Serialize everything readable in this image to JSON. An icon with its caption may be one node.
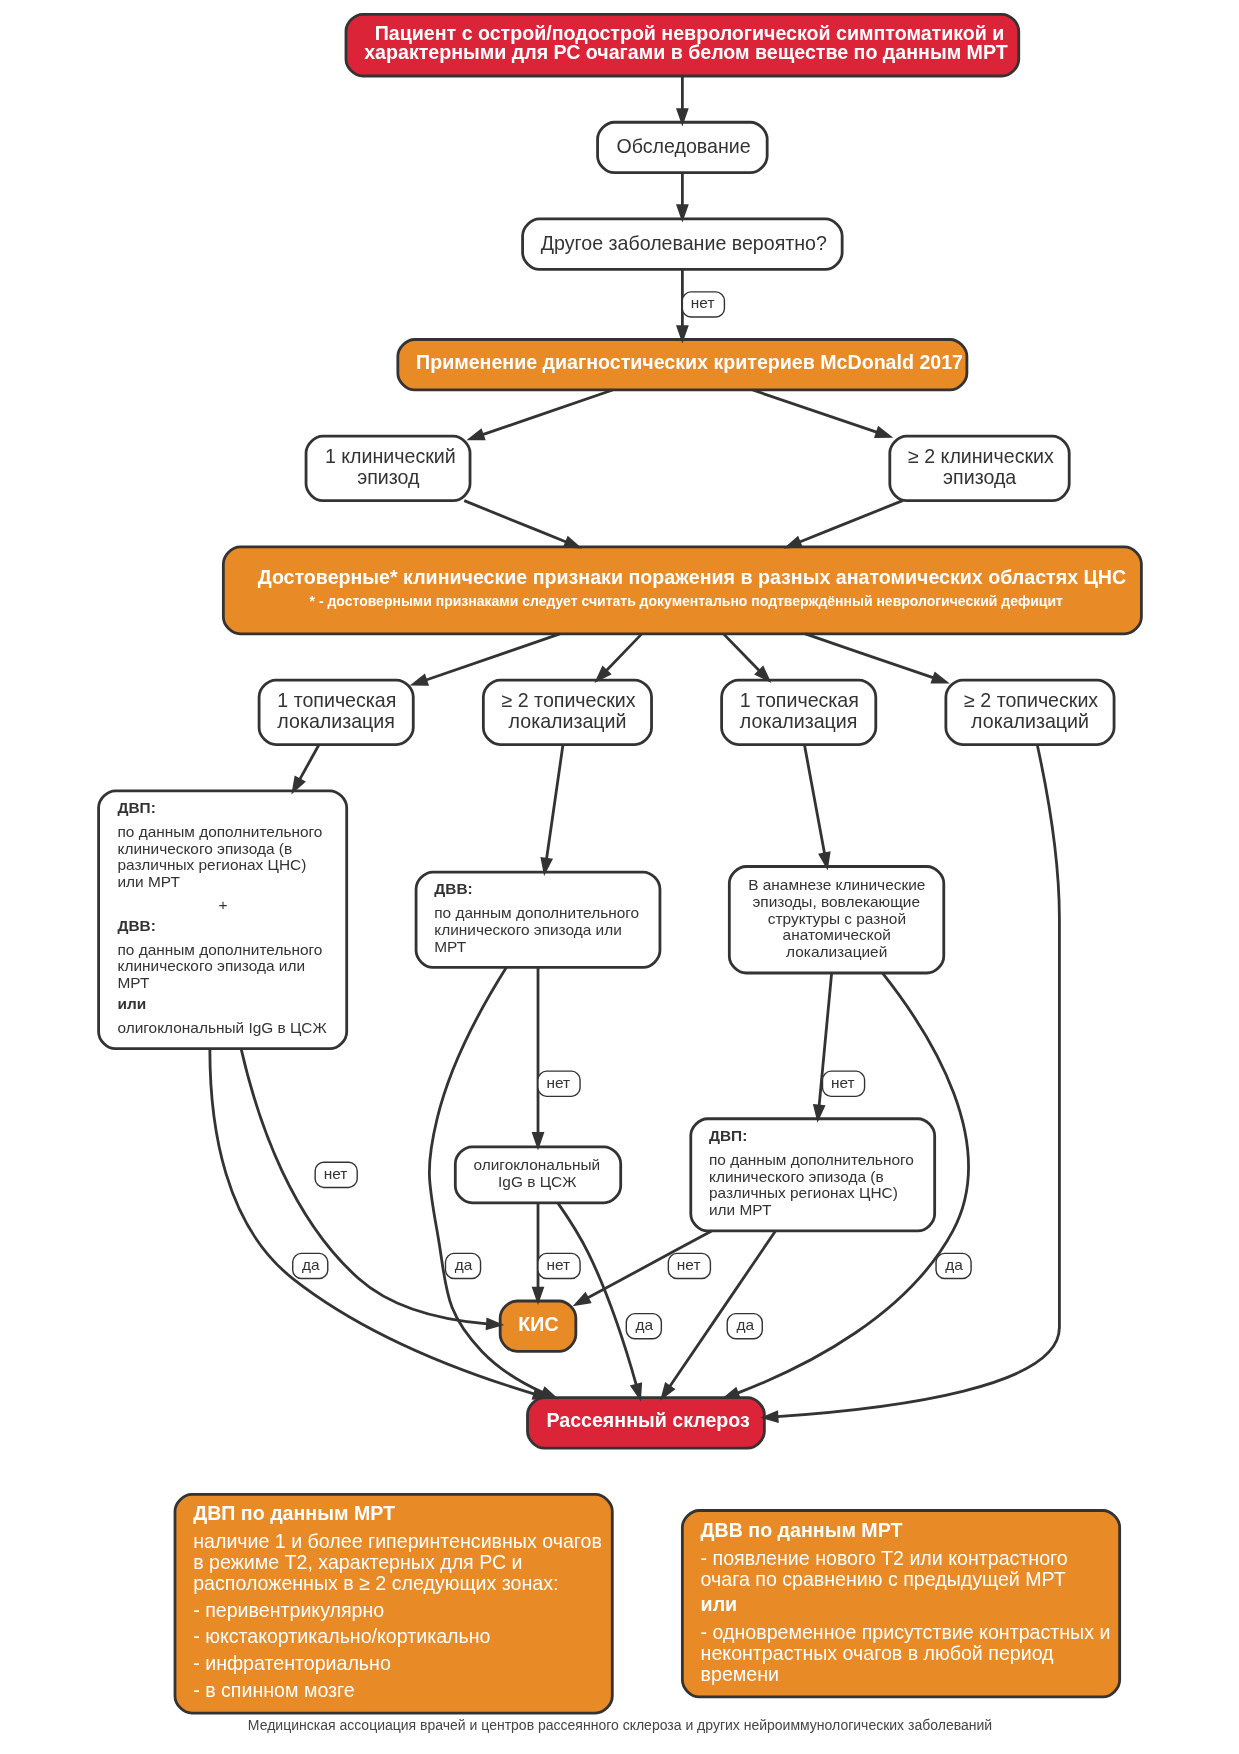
{
  "diagram": {
    "caption": "Медицинская ассоциация врачей и центров рассеянного склероза и других нейроиммунологических заболеваний",
    "nodes": [
      {
        "text": [
          "Пациент с острой/подострой неврологической симптоматикой и характерными для РС очагами в белом веществе по данным МРТ"
        ]
      },
      {
        "text": [
          "Обследование"
        ]
      },
      {
        "text": [
          "Другое заболевание вероятно?"
        ]
      },
      {
        "text": [
          "Применение диагностических критериев McDonald 2017"
        ]
      },
      {
        "text": [
          "1 клинический эпизод"
        ]
      },
      {
        "text": [
          "≥ 2 клинических эпизода"
        ]
      },
      {
        "text": [
          "Достоверные* клинические признаки поражения в разных анатомических областях ЦНС",
          "* - достоверными признаками следует считать документально подтверждённый неврологический дефицит"
        ]
      },
      {
        "text": [
          "1 топическая локализация"
        ]
      },
      {
        "text": [
          "≥ 2 топических локализаций"
        ]
      },
      {
        "text": [
          "1 топическая локализация"
        ]
      },
      {
        "text": [
          "≥ 2 топических локализаций"
        ]
      },
      {
        "text": [
          "ДВП:",
          "по данным дополнительного клинического эпизода (в различных регионах ЦНС) или МРТ",
          "+",
          "ДВВ:",
          "по данным дополнительного клинического эпизода или МРТ",
          "или",
          "олигоклональный IgG в ЦСЖ"
        ]
      },
      {
        "text": [
          "ДВВ:",
          "по данным дополнительного клинического эпизода или МРТ"
        ]
      },
      {
        "text": [
          "олигоклональный IgG в ЦСЖ"
        ]
      },
      {
        "text": [
          "В анамнезе клинические эпизоды, вовлекающие структуры с разной анатомической локализацией"
        ]
      },
      {
        "text": [
          "ДВП:",
          "по данным дополнительного клинического эпизода (в различных регионах ЦНС) или МРТ"
        ]
      },
      {
        "text": [
          "КИС"
        ]
      },
      {
        "text": [
          "Рассеянный склероз"
        ]
      },
      {
        "text": [
          "ДВП по данным МРТ",
          "наличие 1 и более гиперинтенсивных очагов в режиме Т2, характерных для РС и расположенных в ≥ 2 следующих зонах:",
          "- перивентрикулярно",
          "- юкстакортикально/кортикально",
          "- инфратенториально",
          "- в спинном мозге"
        ]
      },
      {
        "text": [
          "ДВВ по данным МРТ",
          "- появление нового Т2 или контрастного очага по сравнению с предыдущей МРТ",
          "или",
          "- одновременное присутствие контрастных и неконтрастных очагов в любой период времени"
        ]
      }
    ],
    "edges": [
      {
        "from": 0,
        "to": 1,
        "arrow": "to"
      },
      {
        "from": 1,
        "to": 2,
        "arrow": "to"
      },
      {
        "from": 2,
        "to": 3,
        "arrow": "to",
        "label": "нет"
      },
      {
        "from": 3,
        "to": 4,
        "arrow": "to"
      },
      {
        "from": 3,
        "to": 5,
        "arrow": "to"
      },
      {
        "from": 4,
        "to": 6,
        "arrow": "to"
      },
      {
        "from": 5,
        "to": 6,
        "arrow": "to"
      },
      {
        "from": 6,
        "to": 7,
        "arrow": "to"
      },
      {
        "from": 6,
        "to": 8,
        "arrow": "to"
      },
      {
        "from": 6,
        "to": 9,
        "arrow": "to"
      },
      {
        "from": 6,
        "to": 10,
        "arrow": "to"
      },
      {
        "from": 7,
        "to": 11,
        "arrow": "to"
      },
      {
        "from": 8,
        "to": 12,
        "arrow": "to"
      },
      {
        "from": 9,
        "to": 14,
        "arrow": "to"
      },
      {
        "from": 11,
        "to": 17,
        "arrow": "to",
        "label": "да"
      },
      {
        "from": 11,
        "to": 16,
        "arrow": "to",
        "label": "нет"
      },
      {
        "from": 12,
        "to": 17,
        "arrow": "to",
        "label": "да"
      },
      {
        "from": 12,
        "to": 13,
        "arrow": "to",
        "label": "нет"
      },
      {
        "from": 13,
        "to": 17,
        "arrow": "to",
        "label": "да"
      },
      {
        "from": 13,
        "to": 16,
        "arrow": "to",
        "label": "нет"
      },
      {
        "from": 14,
        "to": 17,
        "arrow": "to",
        "label": "да"
      },
      {
        "from": 14,
        "to": 15,
        "arrow": "to",
        "label": "нет"
      },
      {
        "from": 15,
        "to": 17,
        "arrow": "to",
        "label": "да"
      },
      {
        "from": 15,
        "to": 16,
        "arrow": "to",
        "label": "нет"
      },
      {
        "from": 10,
        "to": 17,
        "arrow": "to"
      }
    ]
  }
}
